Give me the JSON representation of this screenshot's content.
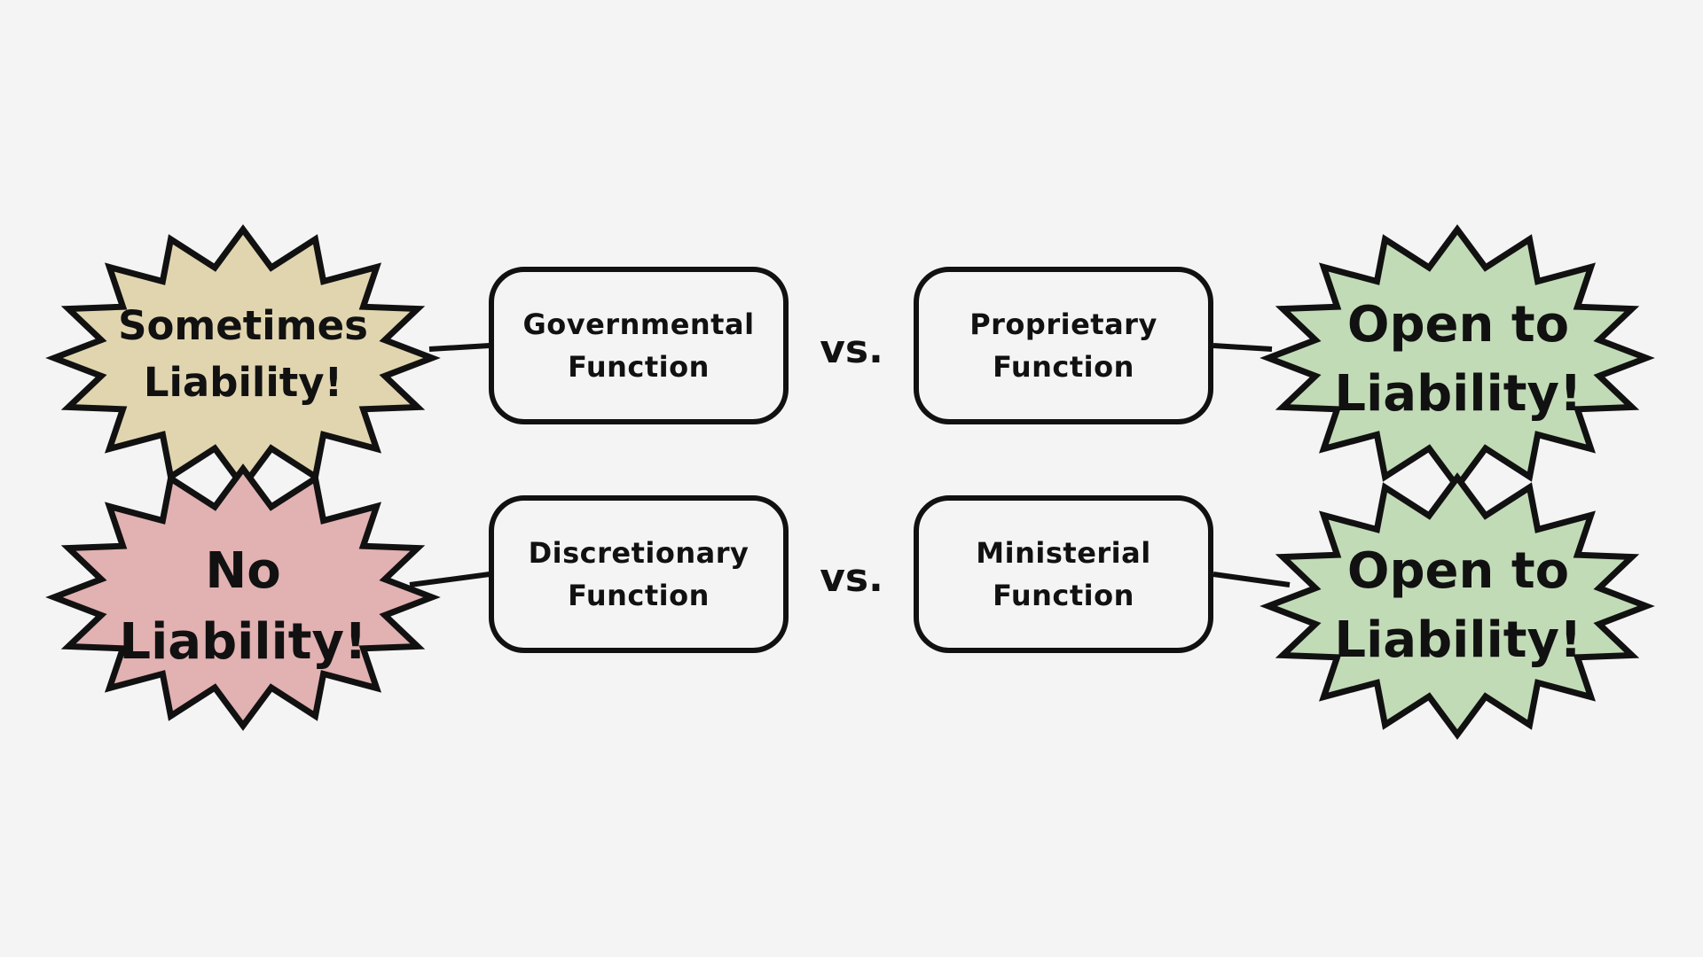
{
  "colors": {
    "background": "#f4f4f4",
    "stroke": "#111111",
    "sometimes_fill": "#e1d5b0",
    "no_fill": "#e2b1b2",
    "open_fill": "#c2dbb7"
  },
  "rows": [
    {
      "left_burst": {
        "line1": "Sometimes",
        "line2": "Liability!",
        "color": "#e1d5b0"
      },
      "left_box": {
        "line1": "Governmental",
        "line2": "Function"
      },
      "vs": "vs.",
      "right_box": {
        "line1": "Proprietary",
        "line2": "Function"
      },
      "right_burst": {
        "line1": "Open to",
        "line2": "Liability!",
        "color": "#c2dbb7"
      }
    },
    {
      "left_burst": {
        "line1": "No",
        "line2": "Liability!",
        "color": "#e2b1b2"
      },
      "left_box": {
        "line1": "Discretionary",
        "line2": "Function"
      },
      "vs": "vs.",
      "right_box": {
        "line1": "Ministerial",
        "line2": "Function"
      },
      "right_burst": {
        "line1": "Open to",
        "line2": "Liability!",
        "color": "#c2dbb7"
      }
    }
  ]
}
